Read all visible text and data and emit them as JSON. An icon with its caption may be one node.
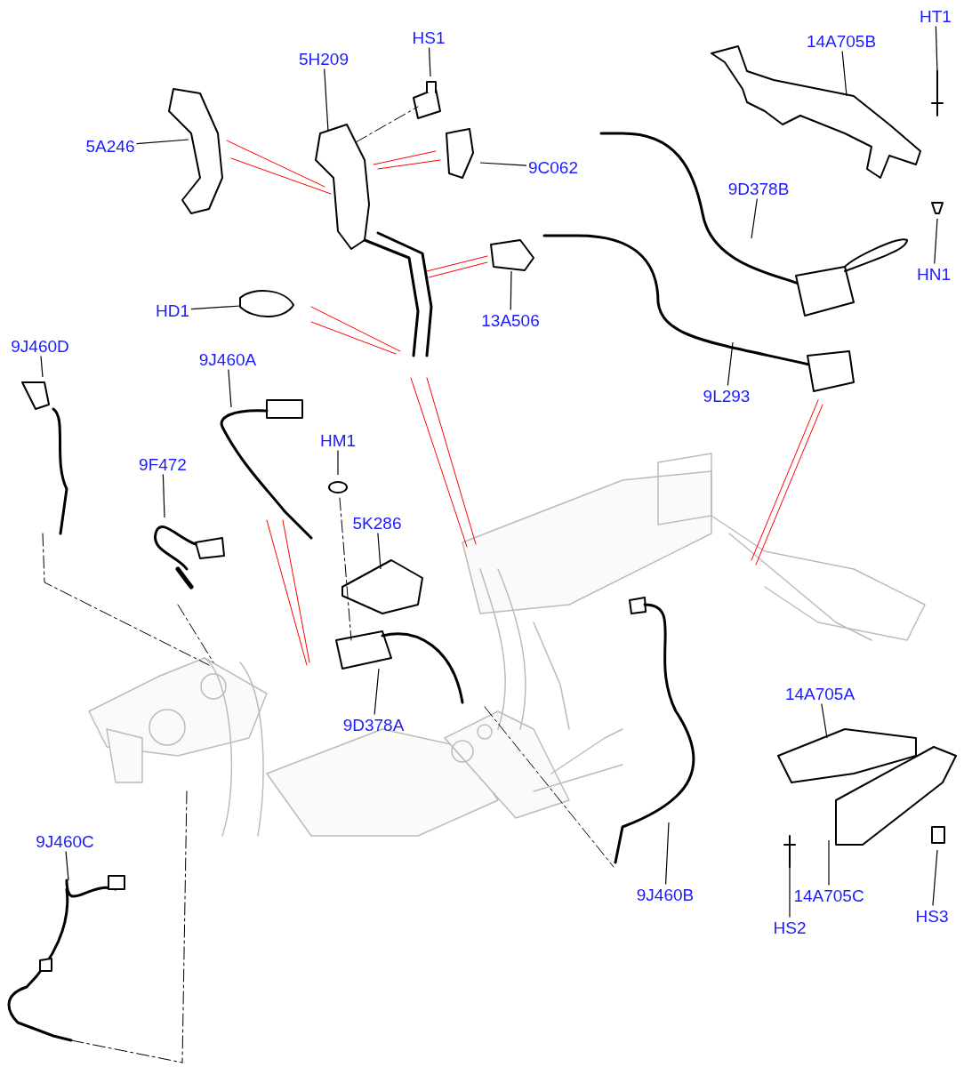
{
  "diagram": {
    "nodes": [
      {
        "text": [
          "5H209"
        ]
      },
      {
        "text": [
          "HS1"
        ]
      },
      {
        "text": [
          "14A705B"
        ]
      },
      {
        "text": [
          "HT1"
        ]
      },
      {
        "text": [
          "5A246"
        ]
      },
      {
        "text": [
          "9C062"
        ]
      },
      {
        "text": [
          "9D378B"
        ]
      },
      {
        "text": [
          "HN1"
        ]
      },
      {
        "text": [
          "13A506"
        ]
      },
      {
        "text": [
          "HD1"
        ]
      },
      {
        "text": [
          "9J460D"
        ]
      },
      {
        "text": [
          "9J460A"
        ]
      },
      {
        "text": [
          "9L293"
        ]
      },
      {
        "text": [
          "9F472"
        ]
      },
      {
        "text": [
          "HM1"
        ]
      },
      {
        "text": [
          "5K286"
        ]
      },
      {
        "text": [
          "9D378A"
        ]
      },
      {
        "text": [
          "14A705A"
        ]
      },
      {
        "text": [
          "9J460C"
        ]
      },
      {
        "text": [
          "9J460B"
        ]
      },
      {
        "text": [
          "14A705C"
        ]
      },
      {
        "text": [
          "HS2"
        ]
      },
      {
        "text": [
          "HS3"
        ]
      }
    ],
    "edges": [
      {
        "from": 0,
        "to": null,
        "arrow": "none"
      },
      {
        "from": 1,
        "to": null,
        "arrow": "none"
      },
      {
        "from": 2,
        "to": null,
        "arrow": "none"
      },
      {
        "from": 3,
        "to": null,
        "arrow": "none"
      },
      {
        "from": 4,
        "to": null,
        "arrow": "none"
      },
      {
        "from": 5,
        "to": null,
        "arrow": "none"
      },
      {
        "from": 6,
        "to": null,
        "arrow": "none"
      },
      {
        "from": 7,
        "to": null,
        "arrow": "none"
      },
      {
        "from": 8,
        "to": null,
        "arrow": "none"
      },
      {
        "from": 9,
        "to": null,
        "arrow": "none"
      },
      {
        "from": 10,
        "to": null,
        "arrow": "none"
      },
      {
        "from": 11,
        "to": null,
        "arrow": "none"
      },
      {
        "from": 12,
        "to": null,
        "arrow": "none"
      },
      {
        "from": 13,
        "to": null,
        "arrow": "none"
      },
      {
        "from": 14,
        "to": null,
        "arrow": "none"
      },
      {
        "from": 15,
        "to": null,
        "arrow": "none"
      },
      {
        "from": 16,
        "to": null,
        "arrow": "none"
      },
      {
        "from": 17,
        "to": null,
        "arrow": "none"
      },
      {
        "from": 18,
        "to": null,
        "arrow": "none"
      },
      {
        "from": 19,
        "to": null,
        "arrow": "none"
      },
      {
        "from": 20,
        "to": null,
        "arrow": "none"
      },
      {
        "from": 21,
        "to": null,
        "arrow": "none"
      },
      {
        "from": 22,
        "to": null,
        "arrow": "none"
      }
    ]
  }
}
